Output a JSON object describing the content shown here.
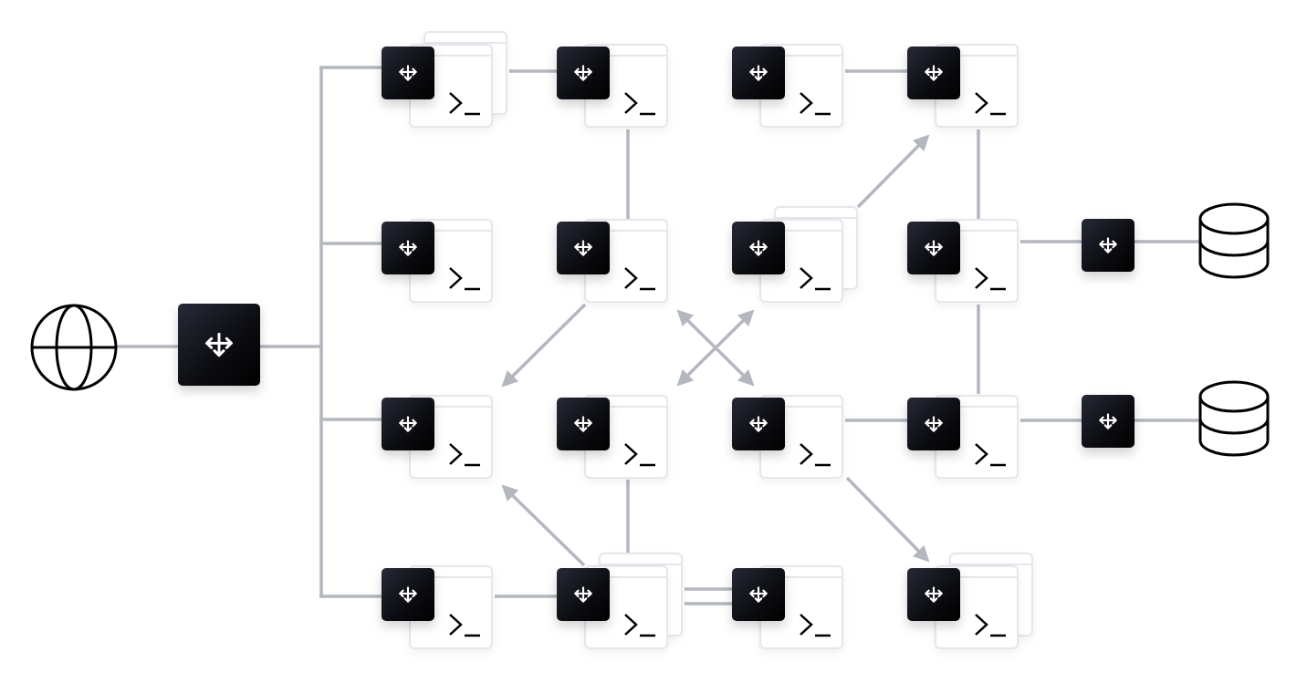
{
  "diagram": {
    "title": "",
    "colors": {
      "connector": "#b4b6c0",
      "load_balancer": "#0b0c10",
      "window_border": "#e6e6ec",
      "icon_stroke": "#000000"
    },
    "entry": {
      "type": "internet",
      "icon": "globe-icon"
    },
    "main_load_balancer": {
      "type": "load-balancer",
      "icon": "move-arrows-icon"
    },
    "nodes": [
      {
        "id": "r1c1",
        "row": 1,
        "col": 1,
        "stacked": true
      },
      {
        "id": "r1c2",
        "row": 1,
        "col": 2,
        "stacked": false
      },
      {
        "id": "r1c3",
        "row": 1,
        "col": 3,
        "stacked": false
      },
      {
        "id": "r1c4",
        "row": 1,
        "col": 4,
        "stacked": false
      },
      {
        "id": "r2c1",
        "row": 2,
        "col": 1,
        "stacked": false
      },
      {
        "id": "r2c2",
        "row": 2,
        "col": 2,
        "stacked": false
      },
      {
        "id": "r2c3",
        "row": 2,
        "col": 3,
        "stacked": true
      },
      {
        "id": "r2c4",
        "row": 2,
        "col": 4,
        "stacked": false
      },
      {
        "id": "r3c1",
        "row": 3,
        "col": 1,
        "stacked": false
      },
      {
        "id": "r3c2",
        "row": 3,
        "col": 2,
        "stacked": false
      },
      {
        "id": "r3c3",
        "row": 3,
        "col": 3,
        "stacked": false
      },
      {
        "id": "r3c4",
        "row": 3,
        "col": 4,
        "stacked": false
      },
      {
        "id": "r4c1",
        "row": 4,
        "col": 1,
        "stacked": false
      },
      {
        "id": "r4c2",
        "row": 4,
        "col": 2,
        "stacked": true
      },
      {
        "id": "r4c3",
        "row": 4,
        "col": 3,
        "stacked": false
      },
      {
        "id": "r4c4",
        "row": 4,
        "col": 4,
        "stacked": true
      }
    ],
    "databases": [
      {
        "id": "db1",
        "row": 2,
        "via_load_balancer": true
      },
      {
        "id": "db2",
        "row": 3,
        "via_load_balancer": true
      }
    ],
    "edges": [
      {
        "from": "internet",
        "to": "main-lb",
        "kind": "line"
      },
      {
        "from": "main-lb",
        "to": "r1c1",
        "kind": "line"
      },
      {
        "from": "main-lb",
        "to": "r2c1",
        "kind": "line"
      },
      {
        "from": "main-lb",
        "to": "r3c1",
        "kind": "line"
      },
      {
        "from": "main-lb",
        "to": "r4c1",
        "kind": "line"
      },
      {
        "from": "r1c1",
        "to": "r1c2",
        "kind": "line"
      },
      {
        "from": "r1c2",
        "to": "r2c2",
        "kind": "line"
      },
      {
        "from": "r1c3",
        "to": "r1c4",
        "kind": "line"
      },
      {
        "from": "r1c4",
        "to": "r2c4",
        "kind": "line"
      },
      {
        "from": "r2c4",
        "to": "r3c4",
        "kind": "line"
      },
      {
        "from": "r2c2",
        "to": "r3c1",
        "kind": "arrow"
      },
      {
        "from": "r2c3",
        "to": "r1c4",
        "kind": "arrow"
      },
      {
        "from": "r3c2",
        "to": "r2c3",
        "kind": "bidirectional"
      },
      {
        "from": "r2c2",
        "to": "r3c3",
        "kind": "bidirectional"
      },
      {
        "from": "r3c3",
        "to": "r3c4",
        "kind": "line"
      },
      {
        "from": "r3c3",
        "to": "r4c4",
        "kind": "arrow"
      },
      {
        "from": "r4c2",
        "to": "r3c1",
        "kind": "arrow"
      },
      {
        "from": "r3c2",
        "to": "r4c2",
        "kind": "line"
      },
      {
        "from": "r4c1",
        "to": "r4c2",
        "kind": "line"
      },
      {
        "from": "r4c2",
        "to": "r4c3",
        "kind": "double-line"
      },
      {
        "from": "r2c4",
        "to": "db1",
        "kind": "line"
      },
      {
        "from": "r3c4",
        "to": "db2",
        "kind": "line"
      }
    ],
    "node_icons": {
      "load_balancer": "move-arrows-icon",
      "server": "terminal-icon",
      "database": "database-icon"
    }
  }
}
